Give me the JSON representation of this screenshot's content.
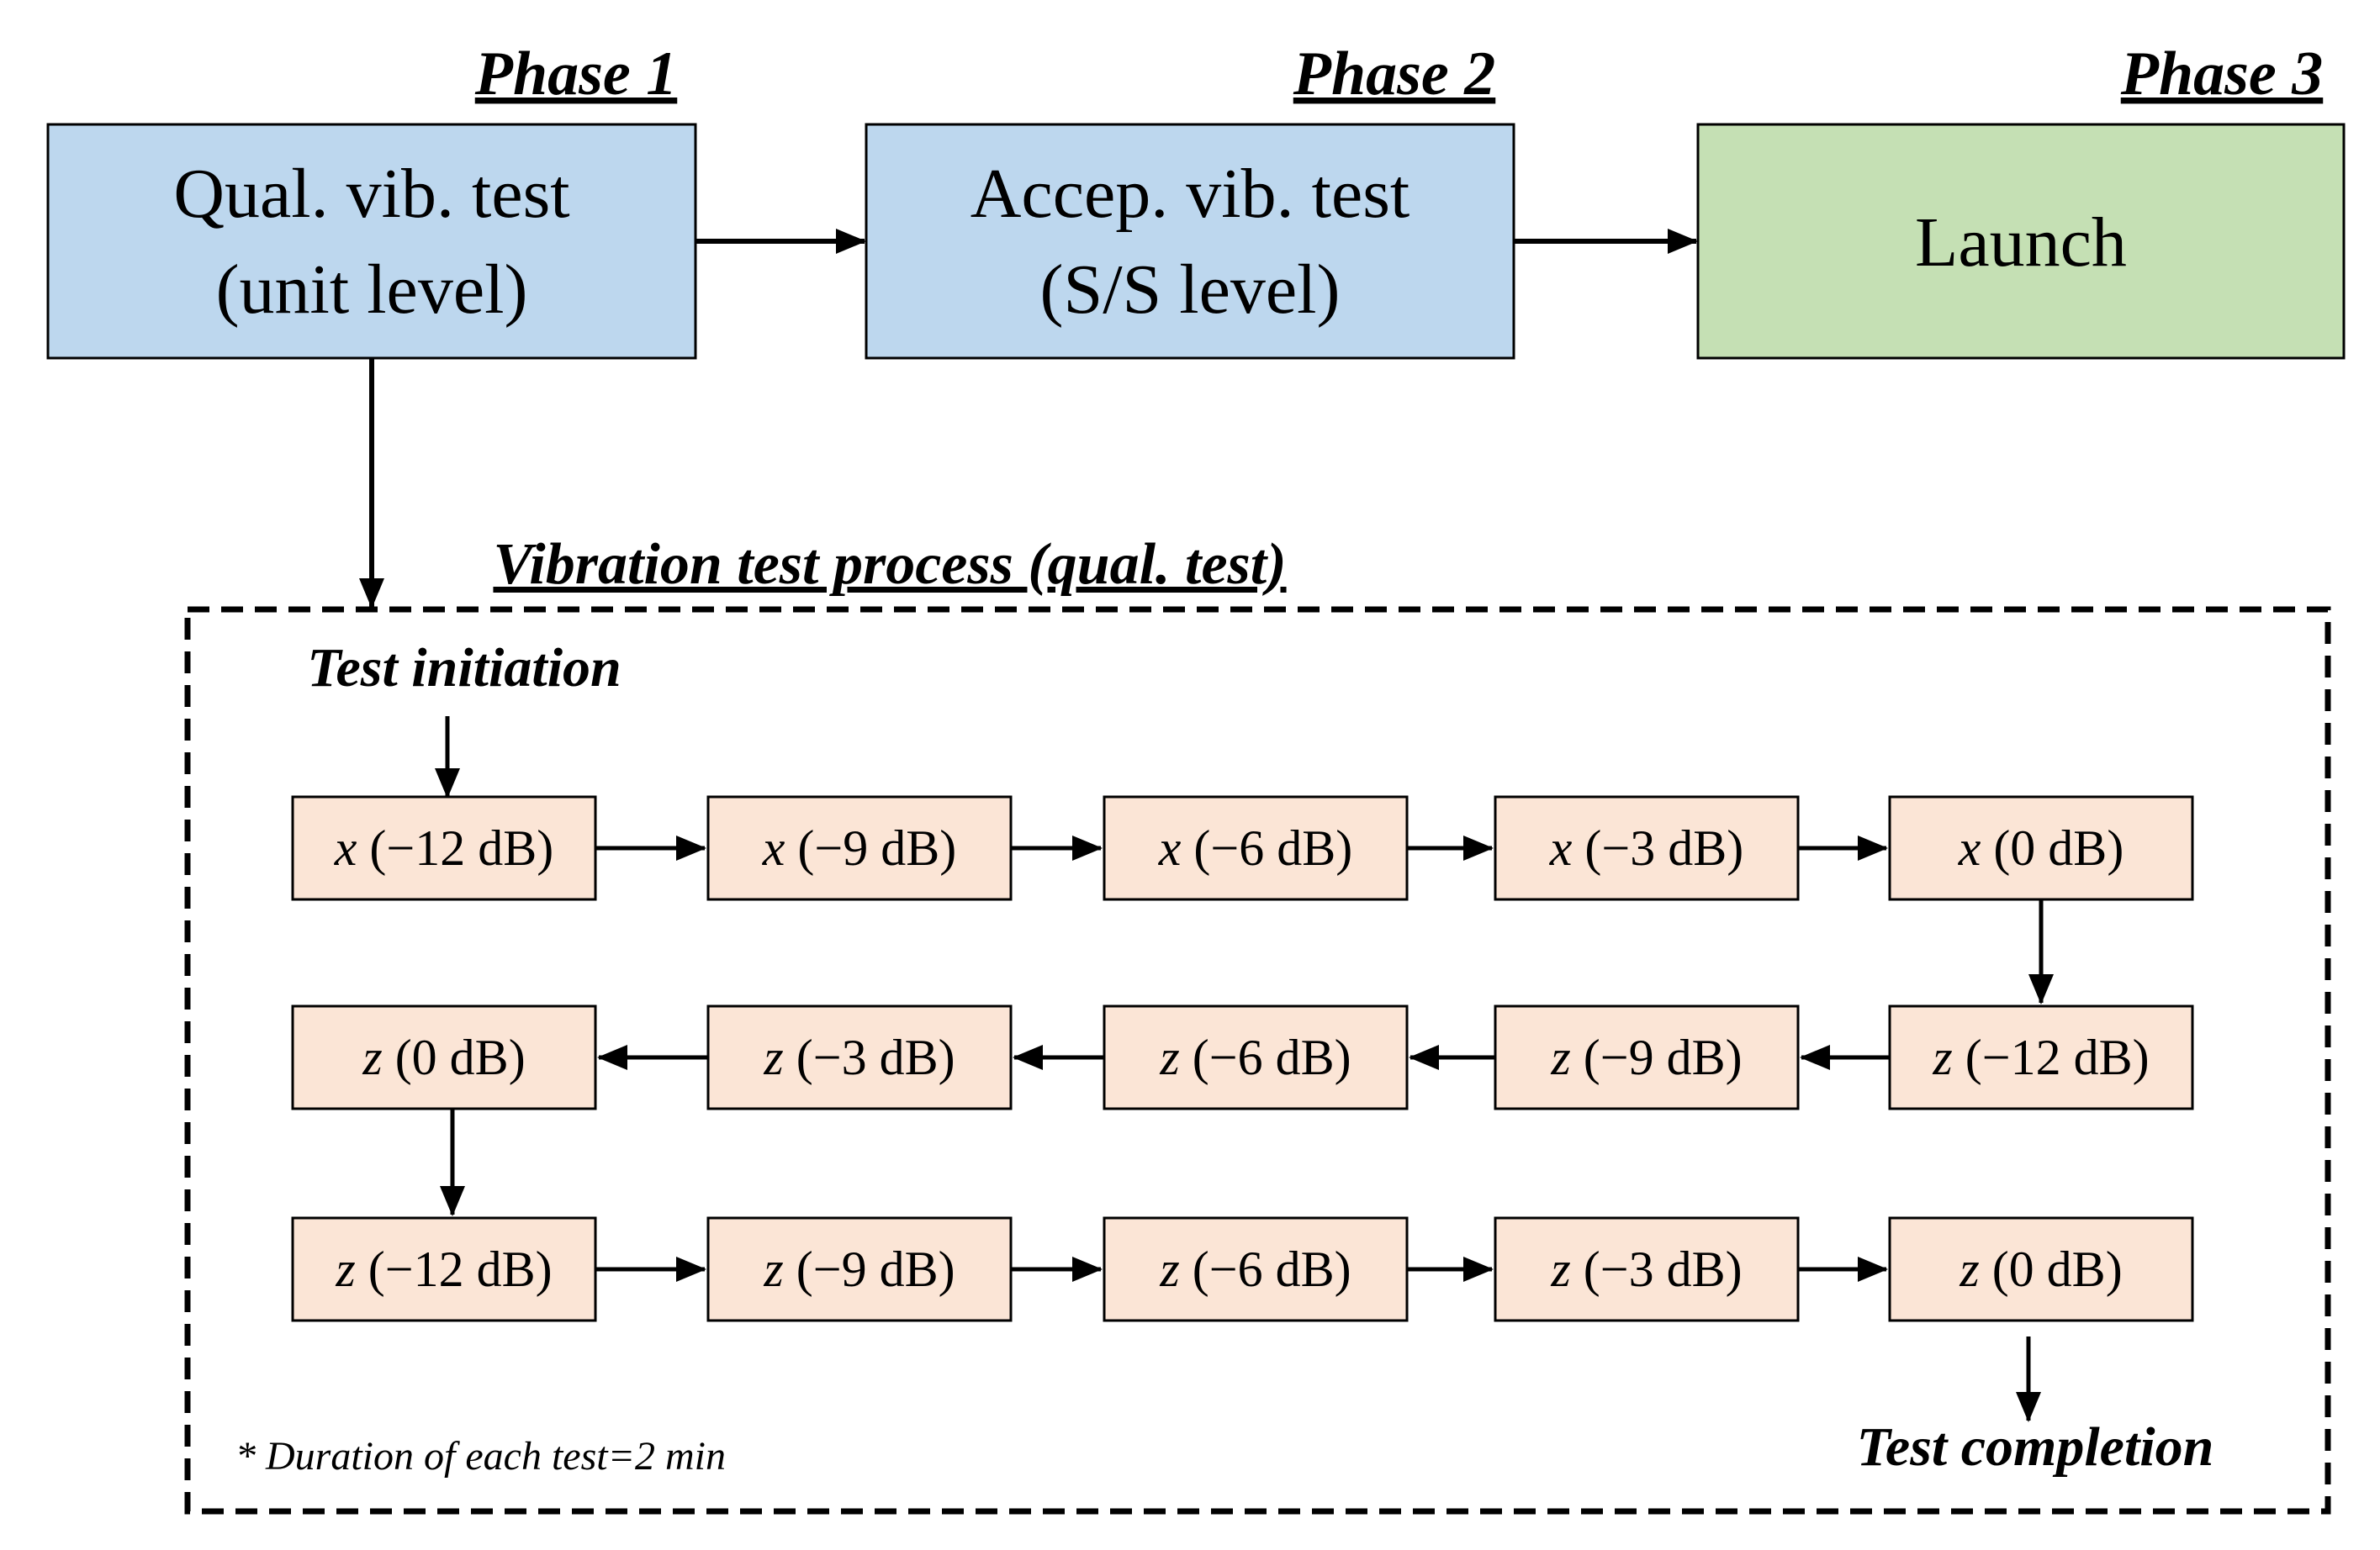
{
  "phases": [
    {
      "heading": "Phase 1",
      "line1": "Qual. vib. test",
      "line2": "(unit level)"
    },
    {
      "heading": "Phase 2",
      "line1": "Accep. vib. test",
      "line2": "(S/S level)"
    },
    {
      "heading": "Phase 3",
      "line1": "Launch",
      "line2": ""
    }
  ],
  "process_title": "Vibration test process (qual. test)",
  "start_label": "Test initiation",
  "end_label": "Test completion",
  "note": "* Duration of each test=2 min",
  "rows": [
    [
      {
        "axis": "x",
        "level": " (−12 dB)"
      },
      {
        "axis": "x",
        "level": " (−9 dB)"
      },
      {
        "axis": "x",
        "level": " (−6 dB)"
      },
      {
        "axis": "x",
        "level": " (−3 dB)"
      },
      {
        "axis": "x",
        "level": " (0 dB)"
      }
    ],
    [
      {
        "axis": "z",
        "level": " (0 dB)"
      },
      {
        "axis": "z",
        "level": " (−3 dB)"
      },
      {
        "axis": "z",
        "level": " (−6 dB)"
      },
      {
        "axis": "z",
        "level": " (−9 dB)"
      },
      {
        "axis": "z",
        "level": " (−12 dB)"
      }
    ],
    [
      {
        "axis": "z",
        "level": " (−12 dB)"
      },
      {
        "axis": "z",
        "level": " (−9 dB)"
      },
      {
        "axis": "z",
        "level": " (−6 dB)"
      },
      {
        "axis": "z",
        "level": " (−3 dB)"
      },
      {
        "axis": "z",
        "level": " (0 dB)"
      }
    ]
  ],
  "colors": {
    "phase_blue": "#bdd7ee",
    "phase_green": "#c5e0b4",
    "step_fill": "#fbe5d6",
    "stroke": "#000000"
  }
}
